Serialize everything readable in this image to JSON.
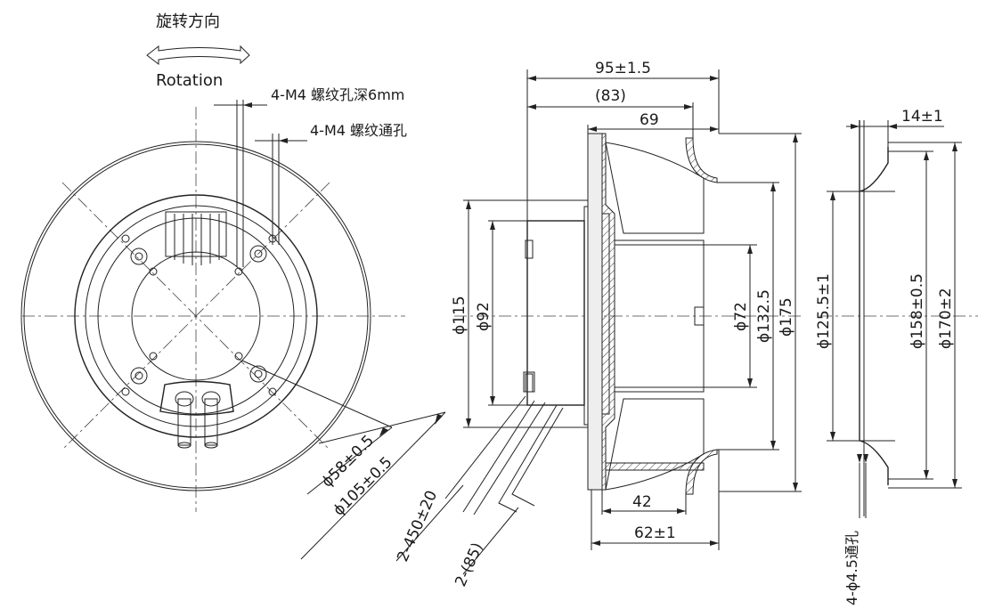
{
  "rotation": {
    "label_cn": "旋转方向",
    "label_en": "Rotation"
  },
  "front_view": {
    "callout_blind_holes": "4-M4 螺纹孔深6mm",
    "callout_through_holes": "4-M4 螺纹通孔",
    "dim_inner_circle": "ϕ58±0.5",
    "dim_outer_circle": "ϕ105±0.5",
    "dim_cable_length": "2-450±20",
    "dim_cable_strip": "2-(85)"
  },
  "side_view": {
    "dim_overall_depth": "95±1.5",
    "dim_depth_83": "(83)",
    "dim_depth_69": "69",
    "dim_dia_115": "ϕ115",
    "dim_dia_92": "ϕ92",
    "dim_dia_72": "ϕ72",
    "dim_dia_132": "ϕ132.5",
    "dim_dia_175": "ϕ175",
    "dim_width_42": "42",
    "dim_width_62": "62±1"
  },
  "inlet_ring_view": {
    "dim_thickness": "14±1",
    "dim_dia_125": "ϕ125.5±1",
    "dim_dia_158": "ϕ158±0.5",
    "dim_dia_170": "ϕ170±2",
    "dim_holes": "4-ϕ4.5通孔"
  }
}
